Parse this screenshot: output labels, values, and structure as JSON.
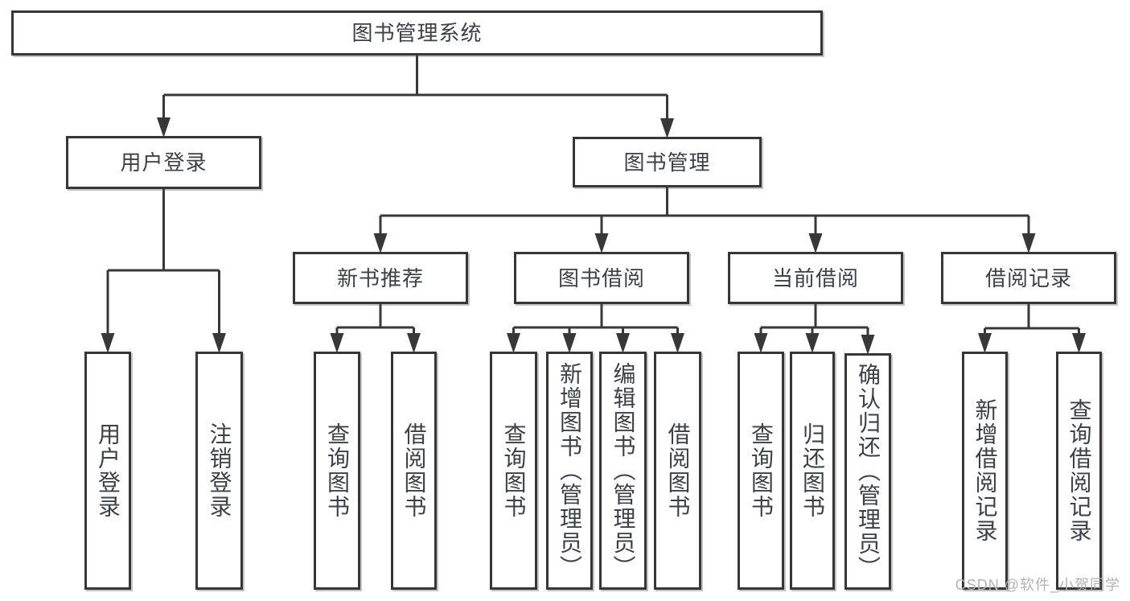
{
  "diagram": {
    "nodes": [
      {
        "id": "root",
        "label": "图书管理系统",
        "parent": null
      },
      {
        "id": "user-login",
        "label": "用户登录",
        "parent": "root"
      },
      {
        "id": "book-mgmt",
        "label": "图书管理",
        "parent": "root"
      },
      {
        "id": "login",
        "label": "用户登录",
        "parent": "user-login"
      },
      {
        "id": "logout",
        "label": "注销登录",
        "parent": "user-login"
      },
      {
        "id": "new-book-rec",
        "label": "新书推荐",
        "parent": "book-mgmt"
      },
      {
        "id": "book-borrow",
        "label": "图书借阅",
        "parent": "book-mgmt"
      },
      {
        "id": "current-borrow",
        "label": "当前借阅",
        "parent": "book-mgmt"
      },
      {
        "id": "borrow-records",
        "label": "借阅记录",
        "parent": "book-mgmt"
      },
      {
        "id": "nbr-query",
        "label": "查询图书",
        "parent": "new-book-rec"
      },
      {
        "id": "nbr-borrow",
        "label": "借阅图书",
        "parent": "new-book-rec"
      },
      {
        "id": "bb-query",
        "label": "查询图书",
        "parent": "book-borrow"
      },
      {
        "id": "bb-add",
        "label": "新增图书（管理员）",
        "parent": "book-borrow"
      },
      {
        "id": "bb-edit",
        "label": "编辑图书（管理员）",
        "parent": "book-borrow"
      },
      {
        "id": "bb-borrow",
        "label": "借阅图书",
        "parent": "book-borrow"
      },
      {
        "id": "cb-query",
        "label": "查询图书",
        "parent": "current-borrow"
      },
      {
        "id": "cb-return",
        "label": "归还图书",
        "parent": "current-borrow"
      },
      {
        "id": "cb-confirm",
        "label": "确认归还（管理员）",
        "parent": "current-borrow"
      },
      {
        "id": "br-add",
        "label": "新增借阅记录",
        "parent": "borrow-records"
      },
      {
        "id": "br-query",
        "label": "查询借阅记录",
        "parent": "borrow-records"
      }
    ]
  },
  "watermark": {
    "text": "CSDN @软件_小贺同学"
  },
  "colors": {
    "line": "#383838",
    "box_border": "#363636",
    "text": "#3d4045",
    "watermark": "#b3b3b3",
    "background": "#ffffff"
  }
}
